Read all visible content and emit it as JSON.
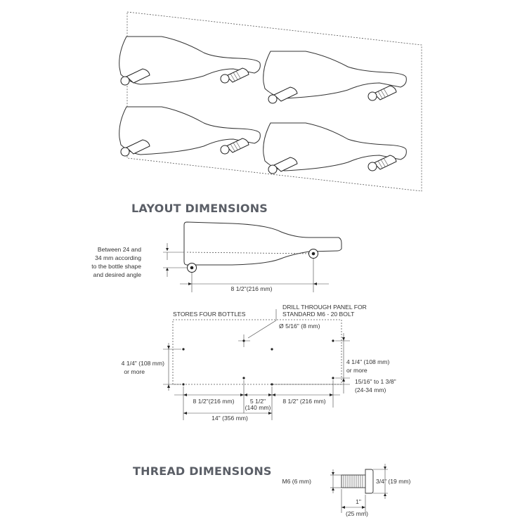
{
  "layout": {
    "heading": "LAYOUT DIMENSIONS",
    "side_note_lines": [
      "Between 24 and",
      "34 mm according",
      "to the bottle shape",
      "and desired angle"
    ],
    "side_width": "8 1/2\"(216 mm)"
  },
  "plan": {
    "stores_label": "STORES FOUR BOTTLES",
    "drill_lines": [
      "DRILL THROUGH PANEL FOR",
      "STANDARD M6 - 20 BOLT"
    ],
    "hole_diameter": "Ø 5/16\" (8 mm)",
    "left_vertical": [
      "4 1/4\" (108 mm)",
      "or more"
    ],
    "right_vertical": [
      "4 1/4\" (108 mm)",
      "or more"
    ],
    "right_offset": [
      "15/16\" to 1 3/8\"",
      "(24-34 mm)"
    ],
    "span_left": "8 1/2\"(216 mm)",
    "span_middle": [
      "5 1/2\"",
      "(140 mm)"
    ],
    "span_right": "8 1/2\" (216 mm)",
    "total_width": "14\" (356 mm)"
  },
  "thread": {
    "heading": "THREAD DIMENSIONS",
    "diameter": "M6 (6 mm)",
    "head_height": "3/4\" (19 mm)",
    "length": [
      "1\"",
      "(25 mm)"
    ]
  }
}
